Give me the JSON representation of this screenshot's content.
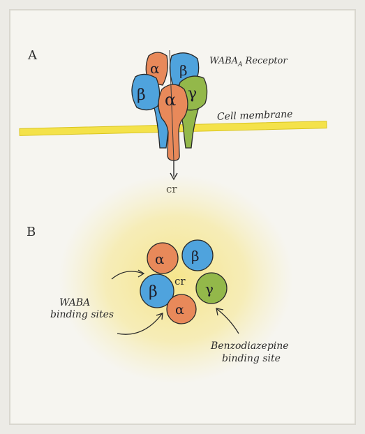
{
  "panel_a": {
    "label": "A",
    "receptor_label": "WABA",
    "receptor_label_sub": "A",
    "receptor_label_rest": "Receptor",
    "membrane_label": "Cell membrane",
    "ion_label": "cr",
    "subunits": [
      {
        "name": "alpha",
        "symbol": "α",
        "color": "#e8895a"
      },
      {
        "name": "beta",
        "symbol": "β",
        "color": "#4fa3dd"
      },
      {
        "name": "beta",
        "symbol": "β",
        "color": "#4fa3dd"
      },
      {
        "name": "alpha",
        "symbol": "α",
        "color": "#e8895a"
      },
      {
        "name": "gamma",
        "symbol": "γ",
        "color": "#93b84a"
      }
    ]
  },
  "panel_b": {
    "label": "B",
    "center_label": "cr",
    "subunits": [
      {
        "name": "alpha",
        "symbol": "α",
        "color": "#e8895a"
      },
      {
        "name": "beta",
        "symbol": "β",
        "color": "#4fa3dd"
      },
      {
        "name": "beta",
        "symbol": "β",
        "color": "#4fa3dd"
      },
      {
        "name": "gamma",
        "symbol": "γ",
        "color": "#93b84a"
      },
      {
        "name": "alpha",
        "symbol": "α",
        "color": "#e8895a"
      }
    ],
    "gaba_sites_label_line1": "WABA",
    "gaba_sites_label_line2": "binding sites",
    "benzo_label_line1": "Benzodiazepine",
    "benzo_label_line2": "binding site"
  },
  "colors": {
    "paper": "#f6f5f0",
    "membrane": "#f4e24a",
    "glow": "#f6e27a",
    "ink": "#2c2c2c"
  }
}
